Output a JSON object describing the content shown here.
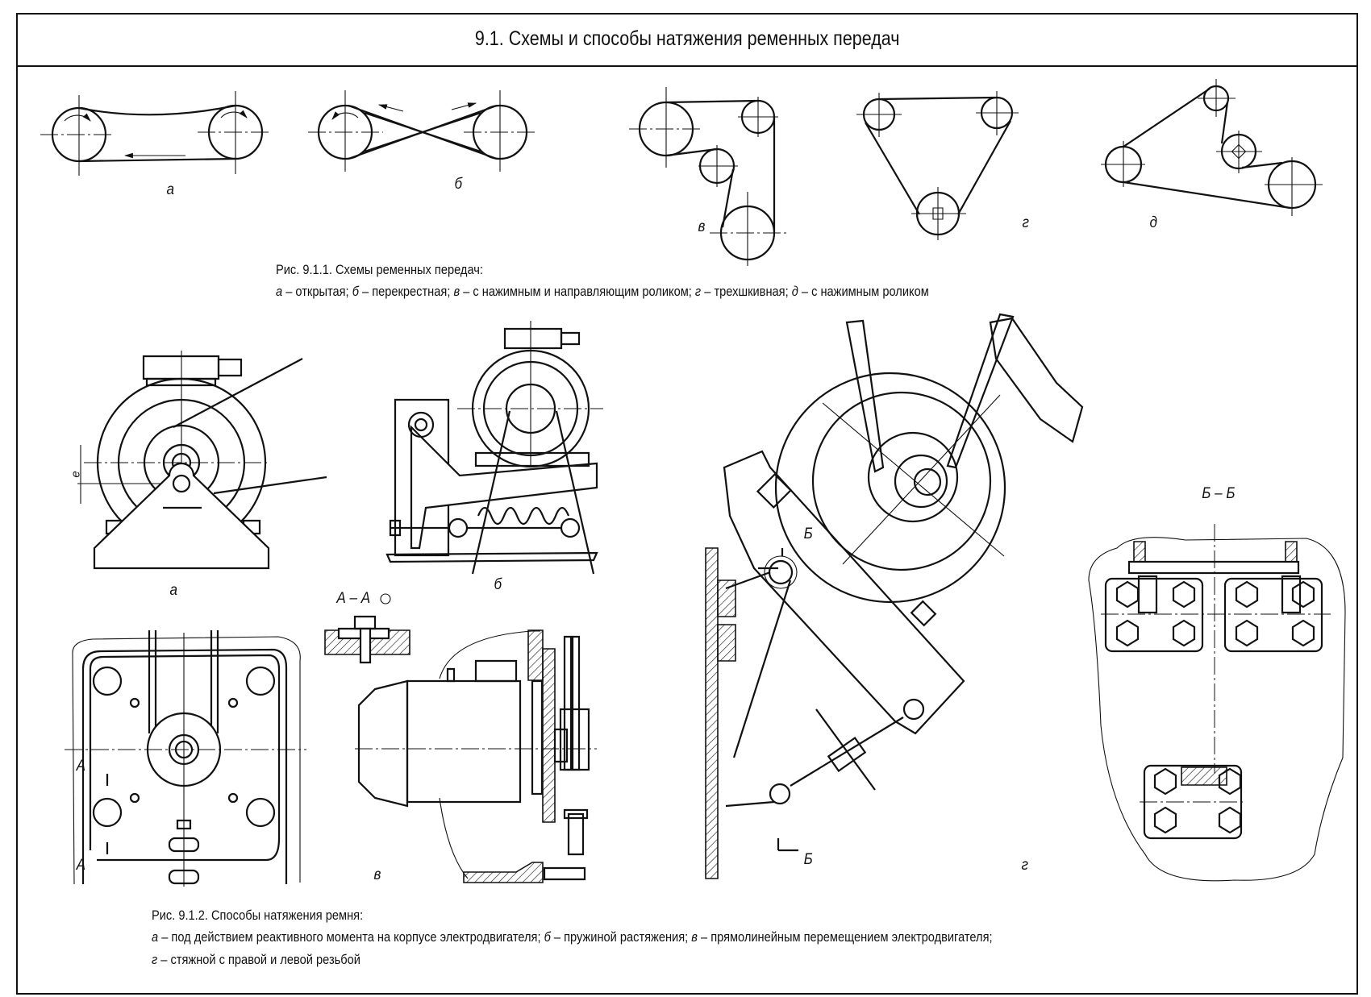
{
  "header": {
    "title": "9.1. Схемы и способы натяжения ременных передач"
  },
  "figure_1": {
    "caption_title": "Рис. 9.1.1. Схемы ременных передач:",
    "caption_items": [
      {
        "key": "а",
        "text": "открытая"
      },
      {
        "key": "б",
        "text": "перекрестная"
      },
      {
        "key": "в",
        "text": "с нажимным и направляющим роликом"
      },
      {
        "key": "г",
        "text": "трехшкивная"
      },
      {
        "key": "д",
        "text": "с нажимным роликом"
      }
    ],
    "subfigure_labels": [
      "а",
      "б",
      "в",
      "г",
      "д"
    ]
  },
  "figure_2": {
    "caption_title": "Рис. 9.1.2. Способы натяжения ремня:",
    "caption_items": [
      {
        "key": "а",
        "text": "под действием реактивного момента на корпусе электродвигателя"
      },
      {
        "key": "б",
        "text": "пружиной растяжения"
      },
      {
        "key": "в",
        "text": "прямолинейным перемещением электродвигателя"
      },
      {
        "key": "г",
        "text": "стяжной с правой и левой резьбой"
      }
    ],
    "subfigure_labels": [
      "а",
      "б",
      "в",
      "г"
    ],
    "dimension_label": "e",
    "section_labels": {
      "section_aa": "А – А",
      "section_bb": "Б – Б",
      "cut_a": "А",
      "cut_b": "Б"
    }
  },
  "separators": {
    "dash": "–",
    "semicolon": ";"
  }
}
